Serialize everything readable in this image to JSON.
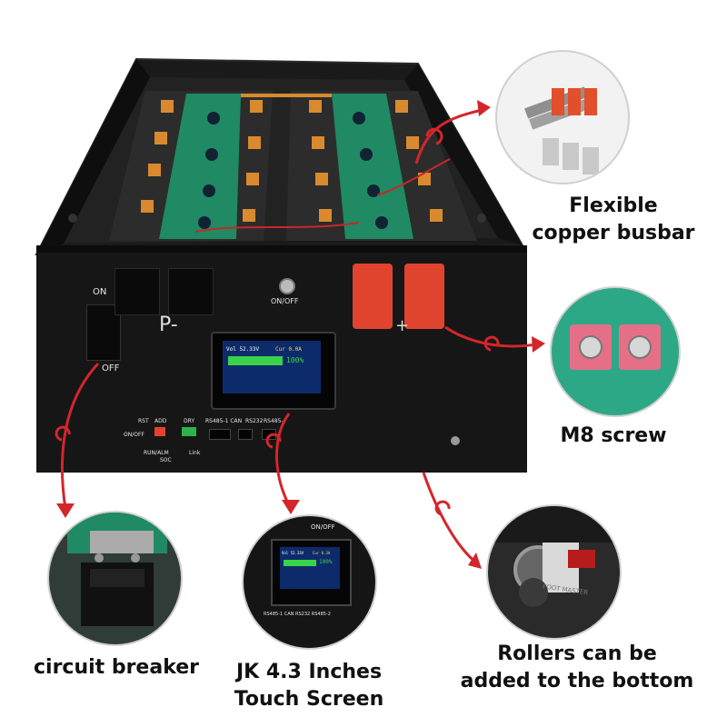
{
  "product": {
    "panel": {
      "on_label": "ON",
      "off_label": "OFF",
      "p_minus_label": "P-",
      "power_label": "ON/OFF",
      "plus_label": "+",
      "port_labels": {
        "rst": "RST",
        "add": "ADD",
        "dry": "DRY",
        "rs485_1_can": "RS485-1 CAN",
        "rs232": "RS232",
        "rs485_2": "RS485-",
        "onoff": "ON/OFF",
        "run_alm": "RUN/ALM",
        "soc": "SOC",
        "link": "Link"
      }
    },
    "screen": {
      "volt": "Vol 52.33V",
      "cur": "Cur 0.0A",
      "soc": "100%"
    }
  },
  "callouts": {
    "busbar": "Flexible\ncopper busbar",
    "m8": "M8 screw",
    "breaker": "circuit breaker",
    "screen": "JK 4.3 Inches\nTouch Screen",
    "rollers": "Rollers can be\nadded to the bottom"
  },
  "detail_screen": {
    "power_label": "ON/OFF",
    "volt": "Vol 52.33V",
    "cur": "Cur 0.3A",
    "soc": "100%",
    "ports": "RS485-1 CAN  RS232  RS485-2"
  },
  "detail_roller": {
    "brand": "FOOT MASTER"
  },
  "colors": {
    "arrow": "#d3262b",
    "cabinet": "#151515",
    "pcb": "#1f8a63",
    "terminal": "#e0442e",
    "lcd_bg": "#0d2b6b",
    "soc_bar": "#39d24a"
  }
}
